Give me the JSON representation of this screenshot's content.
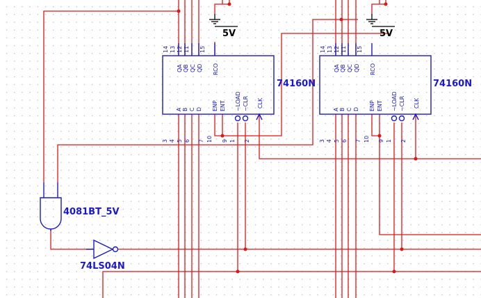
{
  "chips": [
    {
      "label": "74160N",
      "top_pins": [
        "14",
        "13",
        "12",
        "11",
        "15"
      ],
      "top_names": [
        "QA",
        "QB",
        "QC",
        "QD",
        "RCO"
      ],
      "bottom_pins": [
        "3",
        "4",
        "5",
        "6",
        "7",
        "10",
        "9",
        "1",
        "2"
      ],
      "bottom_names": [
        "A",
        "B",
        "C",
        "D",
        "ENP",
        "ENT",
        "~LOAD",
        "~CLR",
        "CLK"
      ]
    },
    {
      "label": "74160N",
      "top_pins": [
        "14",
        "13",
        "12",
        "11",
        "15"
      ],
      "top_names": [
        "QA",
        "QB",
        "QC",
        "QD",
        "RCO"
      ],
      "bottom_pins": [
        "3",
        "4",
        "5",
        "6",
        "7",
        "10",
        "9",
        "1",
        "2"
      ],
      "bottom_names": [
        "A",
        "B",
        "C",
        "D",
        "ENP",
        "ENT",
        "~LOAD",
        "~CLR",
        "CLK"
      ]
    }
  ],
  "supplies": [
    {
      "label": "5V"
    },
    {
      "label": "5V"
    }
  ],
  "and_gate": {
    "label": "4081BT_5V"
  },
  "inverter": {
    "label": "74LS04N"
  },
  "colors": {
    "wire": "#e01616",
    "component": "#1a1acc",
    "ground": "#000000"
  }
}
